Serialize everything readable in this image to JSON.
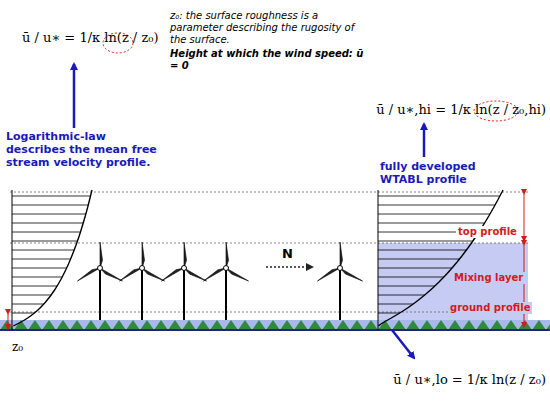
{
  "diagram": {
    "labels": [
      "ū / u∗ = 1/κ ln(z / z₀)",
      "z₀: the surface roughness is a parameter describing the rugosity of the surface.",
      "Height at which the wind speed: ū = 0",
      "Logarithmic-law describes the mean free stream velocity profile.",
      "ū / u∗,hi = 1/κ ln(z / z₀,hi)",
      "fully developed WTABL profile",
      "top profile",
      "Mixing layer",
      "ground profile",
      "N",
      "z₀",
      "ū / u∗,lo = 1/κ ln(z / z₀)"
    ]
  }
}
